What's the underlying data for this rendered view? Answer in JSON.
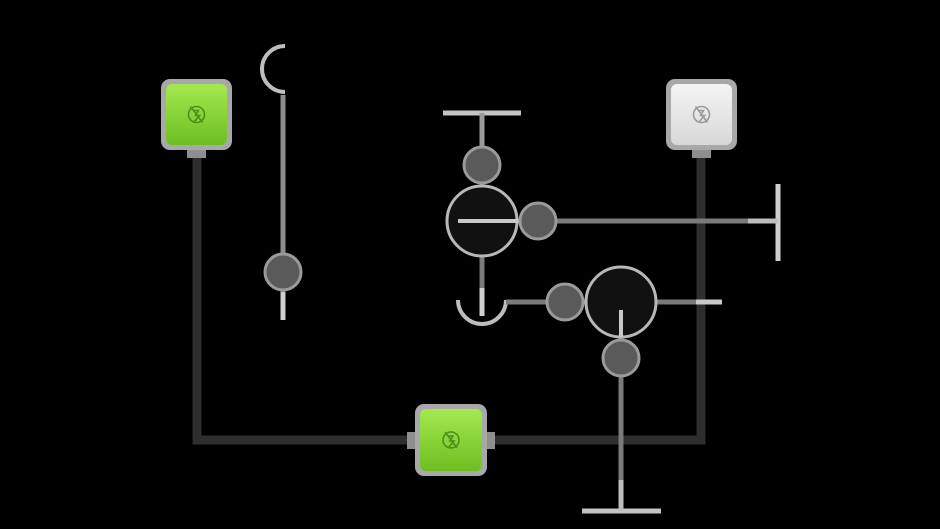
{
  "game": {
    "colors": {
      "background": "#000000",
      "wire": "#2b2b2b",
      "wire_edge": "#3a3a3a",
      "pipe": "#8f8f8f",
      "pipe_light": "#bfbfbf",
      "node_fill": "#5a5a5a",
      "node_stroke": "#8a8a8a",
      "hub_fill": "#111111",
      "hub_stroke": "#b5b5b5",
      "active_tile": "#7ccc2e",
      "active_tile_inner": "#96e040",
      "inactive_tile": "#e6e6e6",
      "tile_frame": "#9a9a9a"
    },
    "tiles": [
      {
        "id": "power-source",
        "state": "active",
        "icon": "power-icon"
      },
      {
        "id": "power-target",
        "state": "inactive",
        "icon": "power-icon"
      },
      {
        "id": "power-relay",
        "state": "active",
        "icon": "power-icon"
      }
    ],
    "rotating_nodes": [
      {
        "id": "left-arm-knob"
      },
      {
        "id": "top-hub-knob"
      },
      {
        "id": "right-hub-knob"
      },
      {
        "id": "lower-left-knob"
      },
      {
        "id": "lower-bottom-knob"
      }
    ],
    "hubs": [
      {
        "id": "upper-hub"
      },
      {
        "id": "lower-hub"
      }
    ]
  }
}
